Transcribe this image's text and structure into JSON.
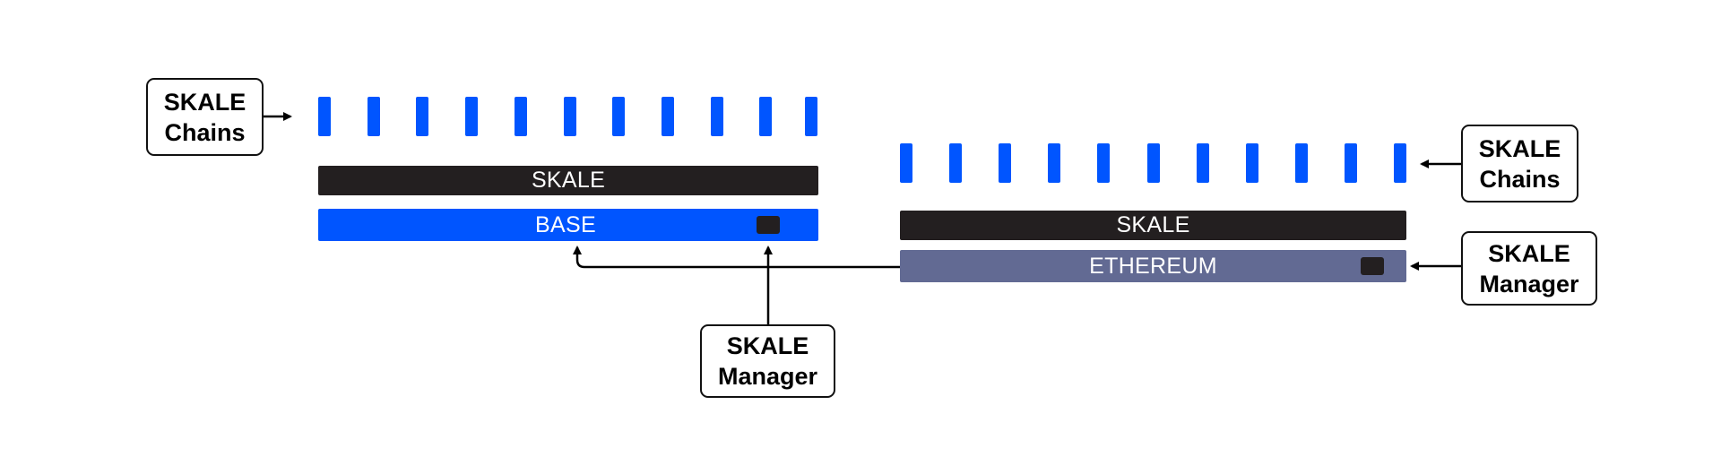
{
  "colors": {
    "chain_blue": "#0055FF",
    "skale_black": "#231F20",
    "base_blue": "#0055FF",
    "ethereum_purple": "#626A93",
    "line": "#000000"
  },
  "left_stack": {
    "chain_count": 11,
    "skale_layer": "SKALE",
    "base_layer": "BASE",
    "chains_label": {
      "line1": "SKALE",
      "line2": "Chains"
    },
    "manager_label": {
      "line1": "SKALE",
      "line2": "Manager"
    }
  },
  "right_stack": {
    "chain_count": 11,
    "skale_layer": "SKALE",
    "base_layer": "ETHEREUM",
    "chains_label": {
      "line1": "SKALE",
      "line2": "Chains"
    },
    "manager_label": {
      "line1": "SKALE",
      "line2": "Manager"
    }
  },
  "connectors": [
    {
      "from": "right-chains-label",
      "to": "right-chains",
      "icon": "arrow-left"
    },
    {
      "from": "right-manager-label",
      "to": "ethereum-layer",
      "icon": "arrow-left"
    },
    {
      "from": "left-chains-label",
      "to": "left-chains",
      "icon": "arrow-right"
    },
    {
      "from": "left-manager-label",
      "to": "base-manager-chip",
      "icon": "arrow-up"
    },
    {
      "from": "ethereum-layer",
      "to": "base-layer",
      "icon": "arrow-up"
    }
  ]
}
